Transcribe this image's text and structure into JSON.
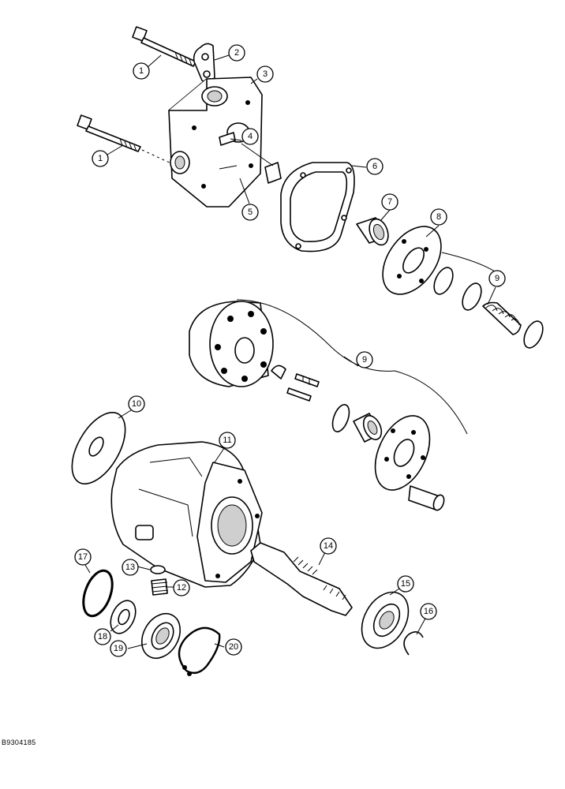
{
  "figure_code": "B9304185",
  "callouts": [
    {
      "label": "1"
    },
    {
      "label": "1"
    },
    {
      "label": "2"
    },
    {
      "label": "3"
    },
    {
      "label": "4"
    },
    {
      "label": "5"
    },
    {
      "label": "6"
    },
    {
      "label": "7"
    },
    {
      "label": "8"
    },
    {
      "label": "9"
    },
    {
      "label": "9"
    },
    {
      "label": "10"
    },
    {
      "label": "11"
    },
    {
      "label": "12"
    },
    {
      "label": "13"
    },
    {
      "label": "14"
    },
    {
      "label": "15"
    },
    {
      "label": "16"
    },
    {
      "label": "17"
    },
    {
      "label": "18"
    },
    {
      "label": "19"
    },
    {
      "label": "20"
    }
  ]
}
